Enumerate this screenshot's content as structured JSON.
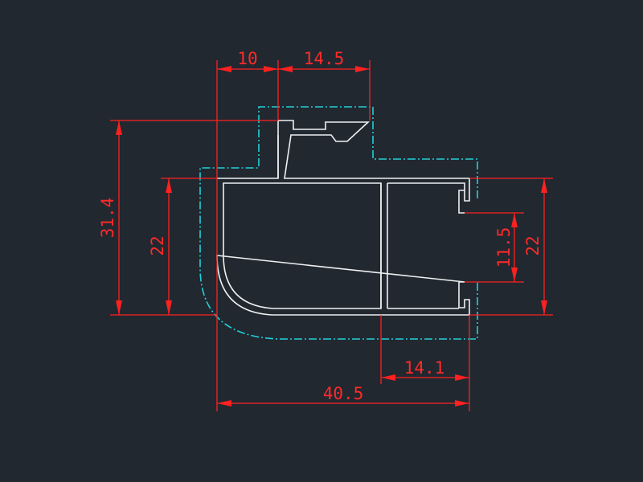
{
  "colors": {
    "background": "#212830",
    "dimension": "#ff2020",
    "profile": "#eef0f2",
    "outline": "#22d0d8"
  },
  "dimensions": {
    "top_left_width": "10",
    "top_right_width": "14.5",
    "total_height": "31.4",
    "left_height": "22",
    "right_height": "22",
    "slot_opening": "11.5",
    "right_chamber_width": "14.1",
    "total_width": "40.5"
  }
}
